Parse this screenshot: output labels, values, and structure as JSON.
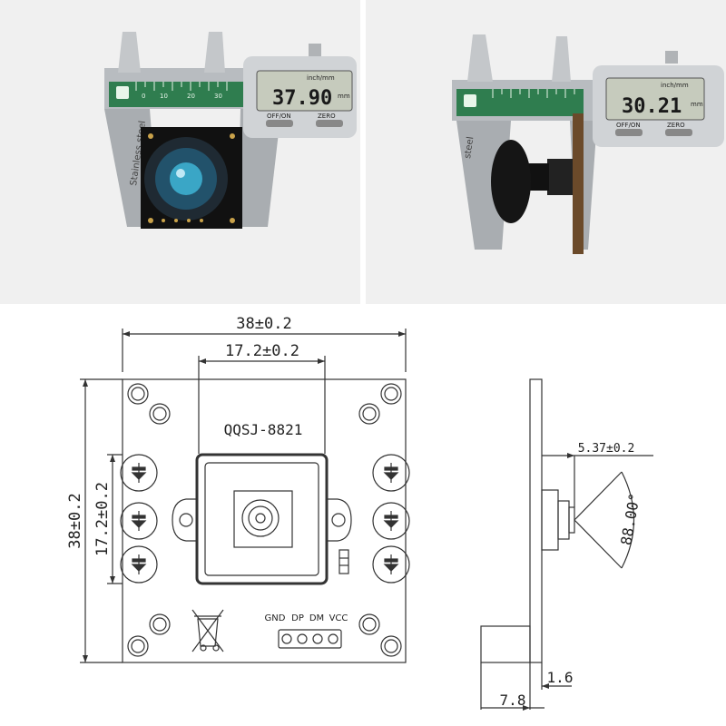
{
  "photos": {
    "left": {
      "caliper_reading": "37.90",
      "caliper_unit": "mm",
      "caliper_inch_label": "inch/mm",
      "caliper_off_label": "OFF/ON",
      "caliper_zero_label": "ZERO",
      "jaw_text": "Stainless steel",
      "scale_ticks": [
        "0",
        "10",
        "20",
        "30"
      ]
    },
    "right": {
      "caliper_reading": "30.21",
      "caliper_unit": "mm",
      "caliper_inch_label": "inch/mm",
      "caliper_off_label": "OFF/ON",
      "caliper_zero_label": "ZERO",
      "jaw_text": "steel"
    }
  },
  "drawing": {
    "model_label": "QQSJ-8821",
    "width_dim": "38±0.2",
    "height_dim": "38±0.2",
    "hole_spacing_h": "17.2±0.2",
    "hole_spacing_v": "17.2±0.2",
    "pin_labels": [
      "GND",
      "DP",
      "DM",
      "VCC"
    ],
    "lens_protrusion": "5.37±0.2",
    "fov_angle": "88.00°",
    "board_thickness": "1.6",
    "connector_depth": "7.8"
  }
}
